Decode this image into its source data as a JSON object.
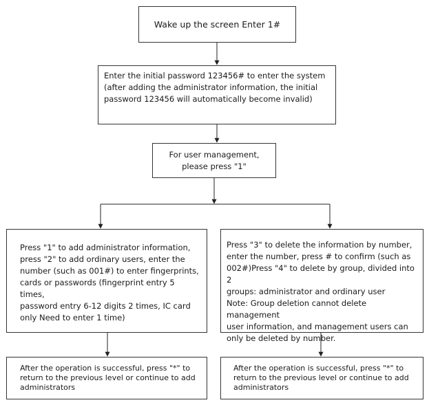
{
  "flowchart": {
    "step_wake": "Wake up the screen Enter 1#",
    "step_initial_password": "Enter the initial password 123456# to enter the system\n(after adding the administrator information, the initial\npassword 123456 will automatically become invalid)",
    "step_user_management": "For user management,\nplease press \"1\"",
    "step_add": "Press \"1\" to add administrator information,\npress \"2\" to add ordinary users, enter the\nnumber (such as 001#) to enter fingerprints,\ncards or passwords (fingerprint entry 5 times,\npassword entry 6-12 digits 2 times, IC card\nonly Need to enter 1 time)",
    "step_delete": "Press \"3\" to delete the information by number,\nenter the number, press # to confirm (such as\n002#)Press \"4\" to delete by group, divided into 2\ngroups: administrator and ordinary user\nNote: Group deletion cannot delete management\nuser information, and management users can\nonly be deleted by number.",
    "step_success_left": "After the operation is successful, press \"*\" to\nreturn to the previous level or continue to add\nadministrators",
    "step_success_right": "After the operation is successful, press \"*\" to\nreturn to the previous level or continue to add\nadministrators"
  }
}
